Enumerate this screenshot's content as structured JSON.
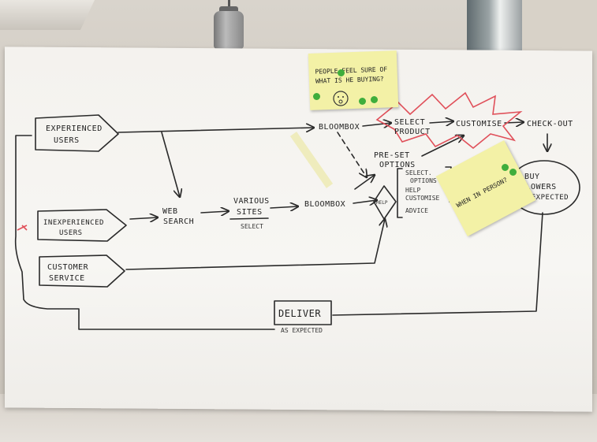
{
  "nodes": {
    "experienced_users": [
      "EXPERIENCED",
      "USERS"
    ],
    "inexperienced_users": [
      "INEXPERIENCED",
      "USERS"
    ],
    "customer_service": [
      "CUSTOMER",
      "SERVICE"
    ],
    "web_search": [
      "WEB",
      "SEARCH"
    ],
    "various_sites": [
      "VARIOUS",
      "SITES"
    ],
    "select_label": "SELECT",
    "bloombox_top": "BLOOMBOX",
    "bloombox_mid": "BLOOMBOX",
    "help": "HELP",
    "pre_set_options": [
      "PRE-SET",
      "OPTIONS"
    ],
    "select_product": [
      "SELECT",
      "PRODUCT"
    ],
    "customise": "CUSTOMISE",
    "checkout": "CHECK-OUT",
    "buy_flowers": [
      "BUY",
      "FLOWERS",
      "AS EXPECTED"
    ],
    "deliver": "DELIVER",
    "deliver_caption": "AS EXPECTED",
    "help_list": [
      "SELECT.",
      "OPTIONS",
      "HELP",
      "CUSTOMISE",
      "ADVICE"
    ]
  },
  "sticky_notes": {
    "top": [
      "PEOPLE FEEL SURE OF",
      "WHAT IS HE BUYING?"
    ],
    "right": [
      "WHEN IN PERSON?"
    ]
  },
  "colors": {
    "ink": "#2a2a2a",
    "highlight_red": "#e0505a",
    "sticky_yellow": "#f3f1a6",
    "dot_green": "#3fae3c"
  }
}
